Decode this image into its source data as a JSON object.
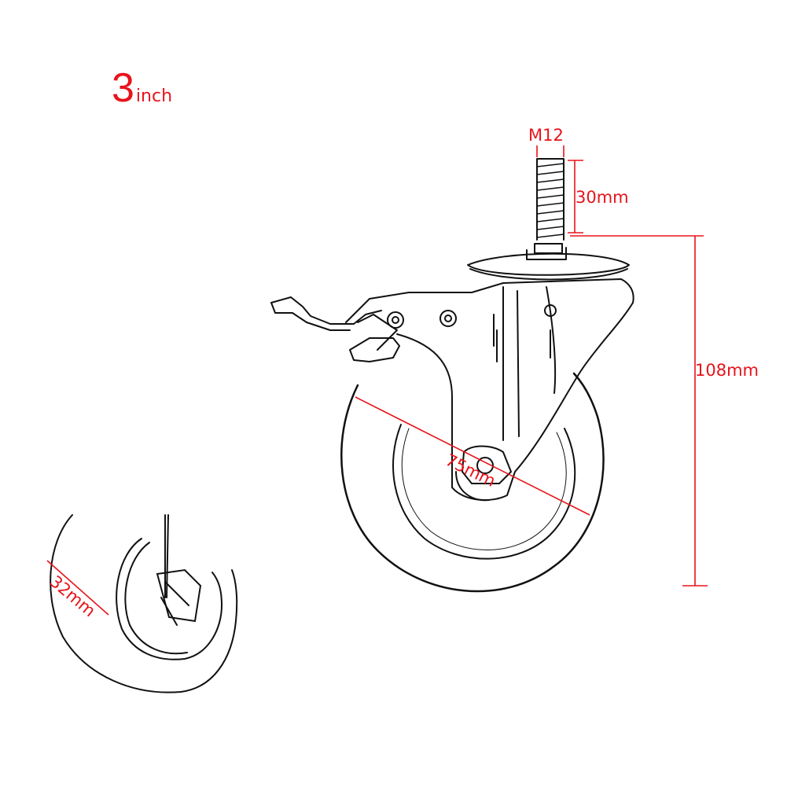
{
  "title": {
    "size_value": "3",
    "size_unit": "inch"
  },
  "dimensions": {
    "thread": "M12",
    "stem_length": "30mm",
    "total_height": "108mm",
    "wheel_diameter": "75mm",
    "wheel_width": "32mm"
  },
  "colors": {
    "annotation": "#e8131b",
    "line": "#111111"
  }
}
